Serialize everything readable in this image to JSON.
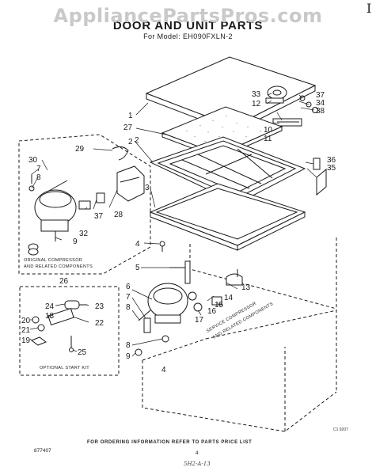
{
  "header": {
    "watermark": "AppliancePartsPros.com",
    "corner_mark": "I",
    "title": "DOOR AND UNIT PARTS",
    "subtitle": "For Model: EH090FXLN-2"
  },
  "callouts": {
    "n1": "1",
    "n27": "27",
    "n2": "2",
    "n2b": "2",
    "n3": "3",
    "n4": "4",
    "n5": "5",
    "n33": "33",
    "n12": "12",
    "n10": "10",
    "n11": "11",
    "n37": "37",
    "n34": "34",
    "n38": "38",
    "n36": "36",
    "n35": "35",
    "n13": "13",
    "n14": "14",
    "n15": "15",
    "n16": "16",
    "n17": "17",
    "n6": "6",
    "n7b": "7",
    "n8b": "8",
    "n8c": "8",
    "n9b": "9",
    "n4b": "4",
    "n29": "29",
    "n30": "30",
    "n7": "7",
    "n8": "8",
    "n37b": "37",
    "n32": "32",
    "n28": "28",
    "n9": "9",
    "n26": "26",
    "n24": "24",
    "n23": "23",
    "n18": "18",
    "n22": "22",
    "n20": "20",
    "n21": "21",
    "n19": "19",
    "n25": "25"
  },
  "labels": {
    "original_line1": "ORIGINAL COMPRESSOR",
    "original_line2": "AND RELATED COMPONENTS",
    "start_kit": "OPTIONAL START KIT",
    "service_line1": "SERVICE COMPRESSOR",
    "service_line2": "AND RELATED COMPONENTS"
  },
  "footer": {
    "drawing_code": "C1 9207",
    "ordering_note": "FOR ORDERING INFORMATION REFER TO PARTS PRICE LIST",
    "doc_number": "877407",
    "page_number": "4",
    "handwritten": "5H2-A-13"
  }
}
